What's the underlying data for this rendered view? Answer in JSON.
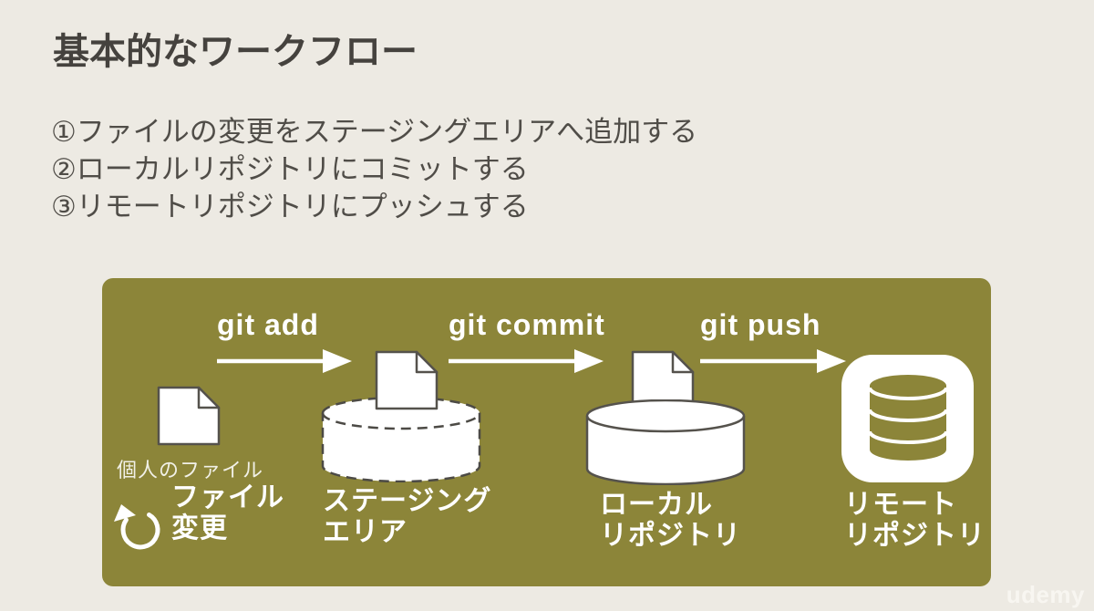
{
  "slide": {
    "title": "基本的なワークフロー",
    "steps": [
      "①ファイルの変更をステージングエリアへ追加する",
      "②ローカルリポジトリにコミットする",
      "③リモートリポジトリにプッシュする"
    ]
  },
  "diagram": {
    "commands": [
      {
        "label": "git add"
      },
      {
        "label": "git commit"
      },
      {
        "label": "git push"
      }
    ],
    "nodes": {
      "working": {
        "caption": "個人のファイル",
        "label_line1": "ファイル",
        "label_line2": "変更"
      },
      "staging": {
        "label_line1": "ステージング",
        "label_line2": "エリア"
      },
      "local_repo": {
        "label_line1": "ローカル",
        "label_line2": "リポジトリ"
      },
      "remote_repo": {
        "label_line1": "リモート",
        "label_line2": "リポジトリ"
      }
    },
    "icons": {
      "file": "file-icon",
      "refresh": "refresh-arrow-icon",
      "staging_cylinder": "dashed-cylinder-icon",
      "local_cylinder": "cylinder-icon",
      "database": "database-icon",
      "arrow": "arrow-right-icon"
    },
    "colors": {
      "panel_background": "#8C8539",
      "page_background": "#EDEAE3",
      "heading_text": "#45423E",
      "body_text": "#504D48",
      "diagram_text": "#FFFFFF",
      "outline": "#55524C"
    }
  },
  "watermark": "udemy"
}
